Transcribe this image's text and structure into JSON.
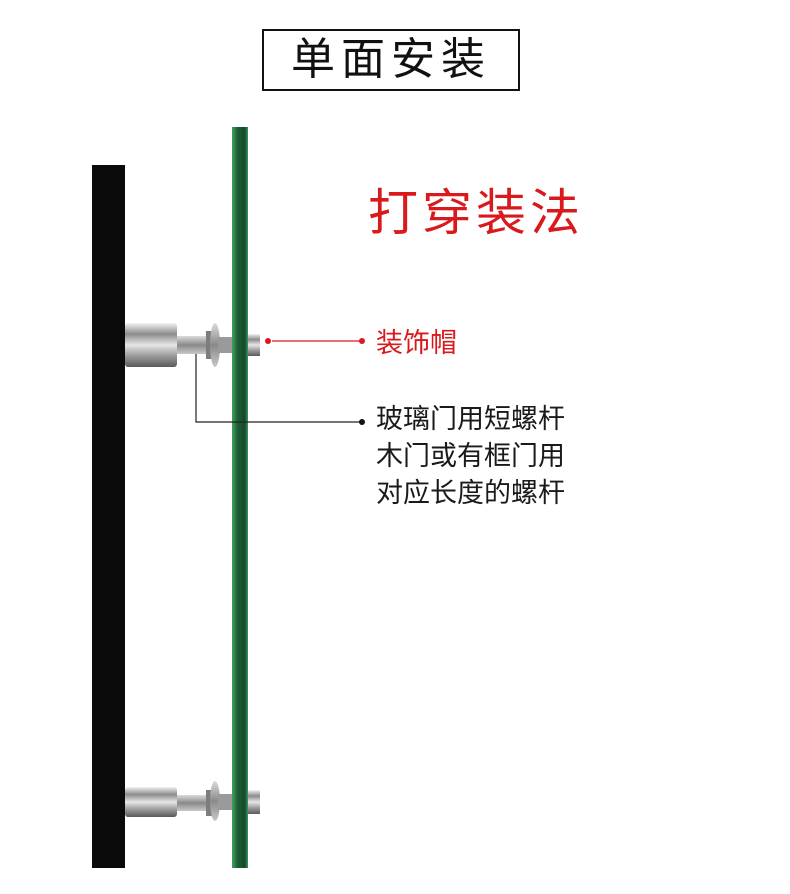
{
  "title": "单面安装",
  "subtitle": "打穿装法",
  "labels": {
    "cap": "装饰帽",
    "bolt_note": [
      "玻璃门用短螺杆",
      "木门或有框门用",
      "对应长度的螺杆"
    ]
  },
  "colors": {
    "handle": "#0a0a0a",
    "glass_edge": "#2e8a4c",
    "glass_fill": "#1f6b3c",
    "accent_red": "#d9191c",
    "steel": "#b8b8b8"
  }
}
